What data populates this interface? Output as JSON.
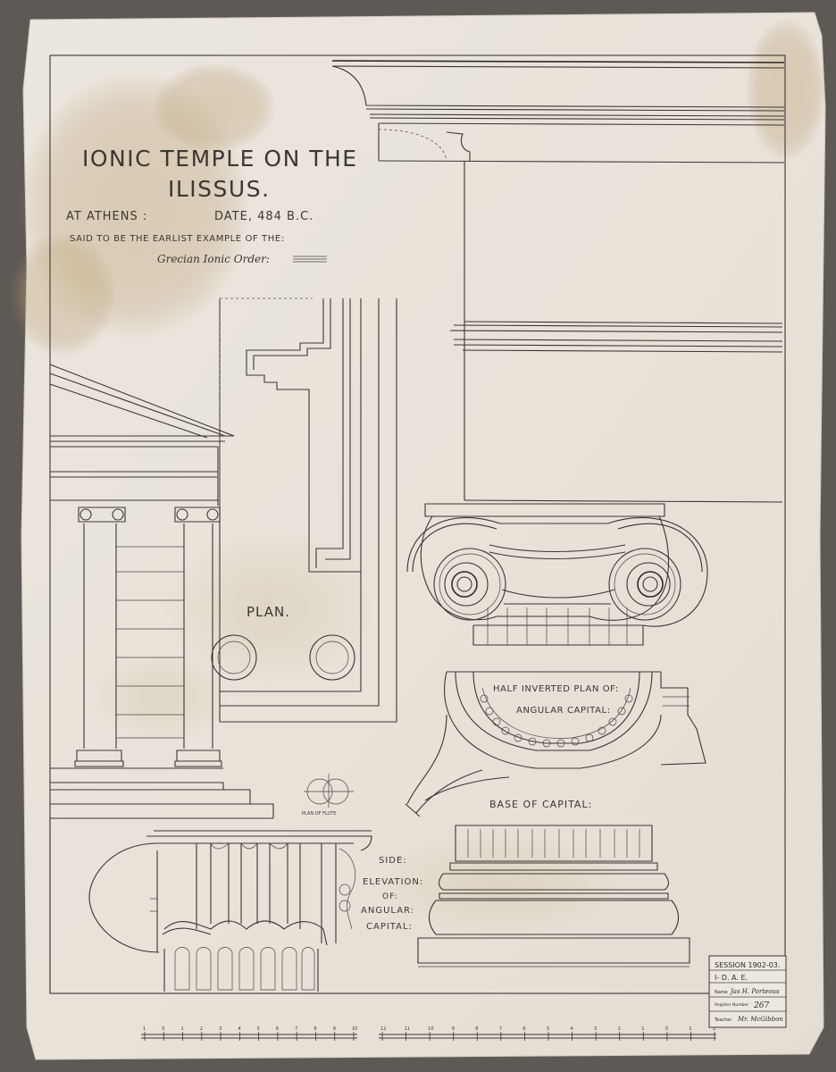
{
  "title": {
    "line1": "IONIC TEMPLE ON THE",
    "line2": "ILISSUS.",
    "location": "AT ATHENS :",
    "date": "DATE, 484 B.C.",
    "note": "SAID TO BE THE EARLIST EXAMPLE OF THE:",
    "order": "Grecian Ionic Order:"
  },
  "labels": {
    "plan": "PLAN.",
    "half_inverted_1": "HALF INVERTED PLAN OF:",
    "half_inverted_2": "ANGULAR CAPITAL:",
    "base_of_capital": "BASE OF CAPITAL:",
    "side_1": "SIDE:",
    "side_2": "ELEVATION:",
    "side_3": "OF:",
    "side_4": "ANGULAR:",
    "side_5": "CAPITAL:",
    "plan_of_flute": "PLAN OF FLUTE"
  },
  "title_block": {
    "session": "SESSION 1902-03.",
    "course": "I- D. A. E.",
    "name_label": "Name",
    "name_value": "Jas H. Porteous",
    "register_label": "Register Number",
    "register_value": "267",
    "teacher_label": "Teacher",
    "teacher_value": "Mr. McGibbon"
  },
  "scale_bar": {
    "ticks_left": [
      "1",
      "0",
      "1",
      "2",
      "3",
      "4",
      "5",
      "6",
      "7",
      "8",
      "9",
      "10"
    ],
    "ticks_right": [
      "12",
      "11",
      "10",
      "9",
      "8",
      "7",
      "6",
      "5",
      "4",
      "3",
      "2",
      "1",
      "0",
      "1",
      "2"
    ]
  },
  "colors": {
    "paper": "#e9e4dc",
    "ink": "#3a3632",
    "stain": "#b8a07a",
    "background": "#5d5954"
  }
}
